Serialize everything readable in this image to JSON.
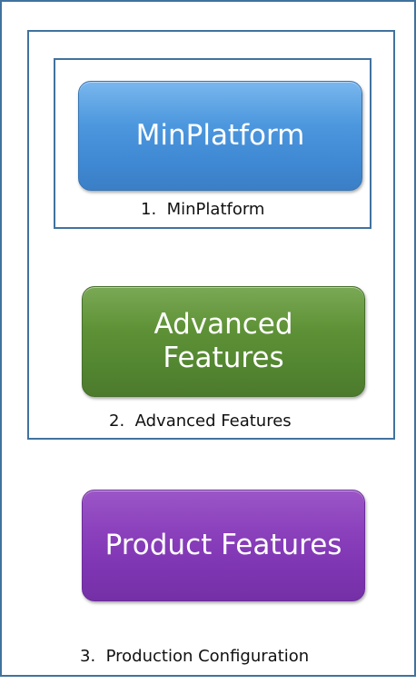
{
  "boxes": {
    "minplatform": {
      "label": "MinPlatform",
      "color": "#4c97de"
    },
    "advanced": {
      "label_line1": "Advanced",
      "label_line2": "Features",
      "color": "#5e9136"
    },
    "product": {
      "label": "Product Features",
      "color": "#8a3fbb"
    }
  },
  "captions": {
    "minplatform": "1.  MinPlatform",
    "advanced": "2.  Advanced Features",
    "production": "3.  Production Configuration"
  },
  "frame_color": "#41729f"
}
